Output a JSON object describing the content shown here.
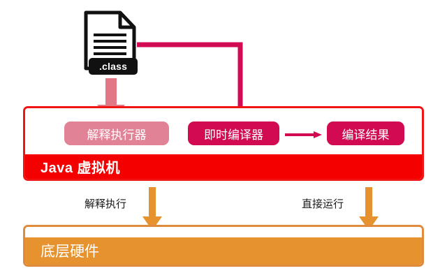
{
  "diagram": {
    "source_file": {
      "icon": "document-icon",
      "badge_label": ".class"
    },
    "jvm": {
      "title": "Java 虚拟机",
      "border_color": "#f01414",
      "footer_color": "#f40000",
      "components": [
        {
          "key": "interpreter",
          "label": "解释执行器",
          "color": "#e28296"
        },
        {
          "key": "jit",
          "label": "即时编译器",
          "color": "#d10a52"
        },
        {
          "key": "compiled_result",
          "label": "编译结果",
          "color": "#d10a52"
        }
      ]
    },
    "flows": [
      {
        "key": "interpret",
        "label": "解释执行",
        "color": "#e6922f"
      },
      {
        "key": "direct_run",
        "label": "直接运行",
        "color": "#e6922f"
      }
    ],
    "hardware": {
      "title": "底层硬件",
      "border_color": "#e08a3c",
      "footer_color": "#e6922f"
    },
    "connectors": {
      "class_to_interpreter_color": "#e07885",
      "class_to_jit_color": "#d10a52",
      "jit_to_result_color": "#d10a52"
    }
  }
}
